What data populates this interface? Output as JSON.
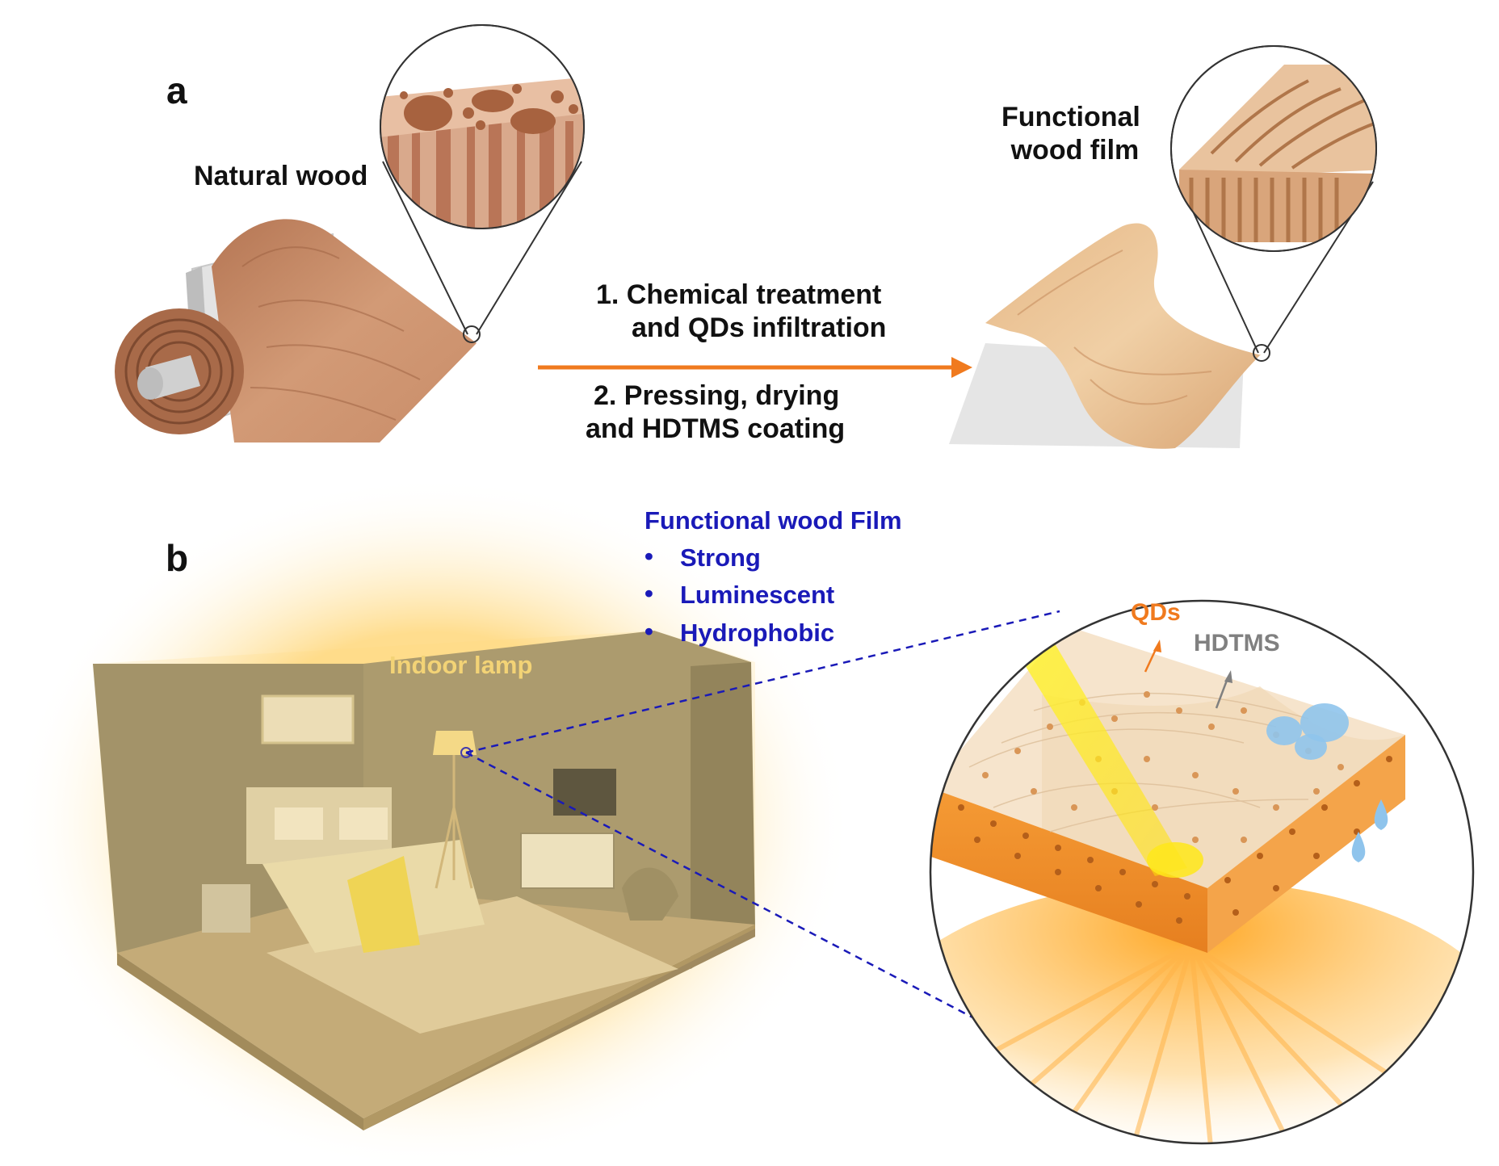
{
  "panel_a": {
    "label": "a",
    "natural_wood": "Natural wood",
    "functional_film": [
      "Functional",
      "wood film"
    ],
    "step1": [
      "1. Chemical treatment",
      "and QDs infiltration"
    ],
    "step2": [
      "2. Pressing, drying",
      "and HDTMS coating"
    ]
  },
  "panel_b": {
    "label": "b",
    "indoor_lamp": "Indoor lamp",
    "film_title": "Functional wood Film",
    "properties": [
      "Strong",
      "Luminescent",
      "Hydrophobic"
    ],
    "qds": "QDs",
    "hdtms": "HDTMS"
  },
  "colors": {
    "arrow": "#f07a1e",
    "property_text": "#1a1ab8",
    "qds_label": "#f07a1e",
    "hdtms_label": "#808080",
    "wood_dark": "#b97a55",
    "wood_light": "#e6b887"
  }
}
